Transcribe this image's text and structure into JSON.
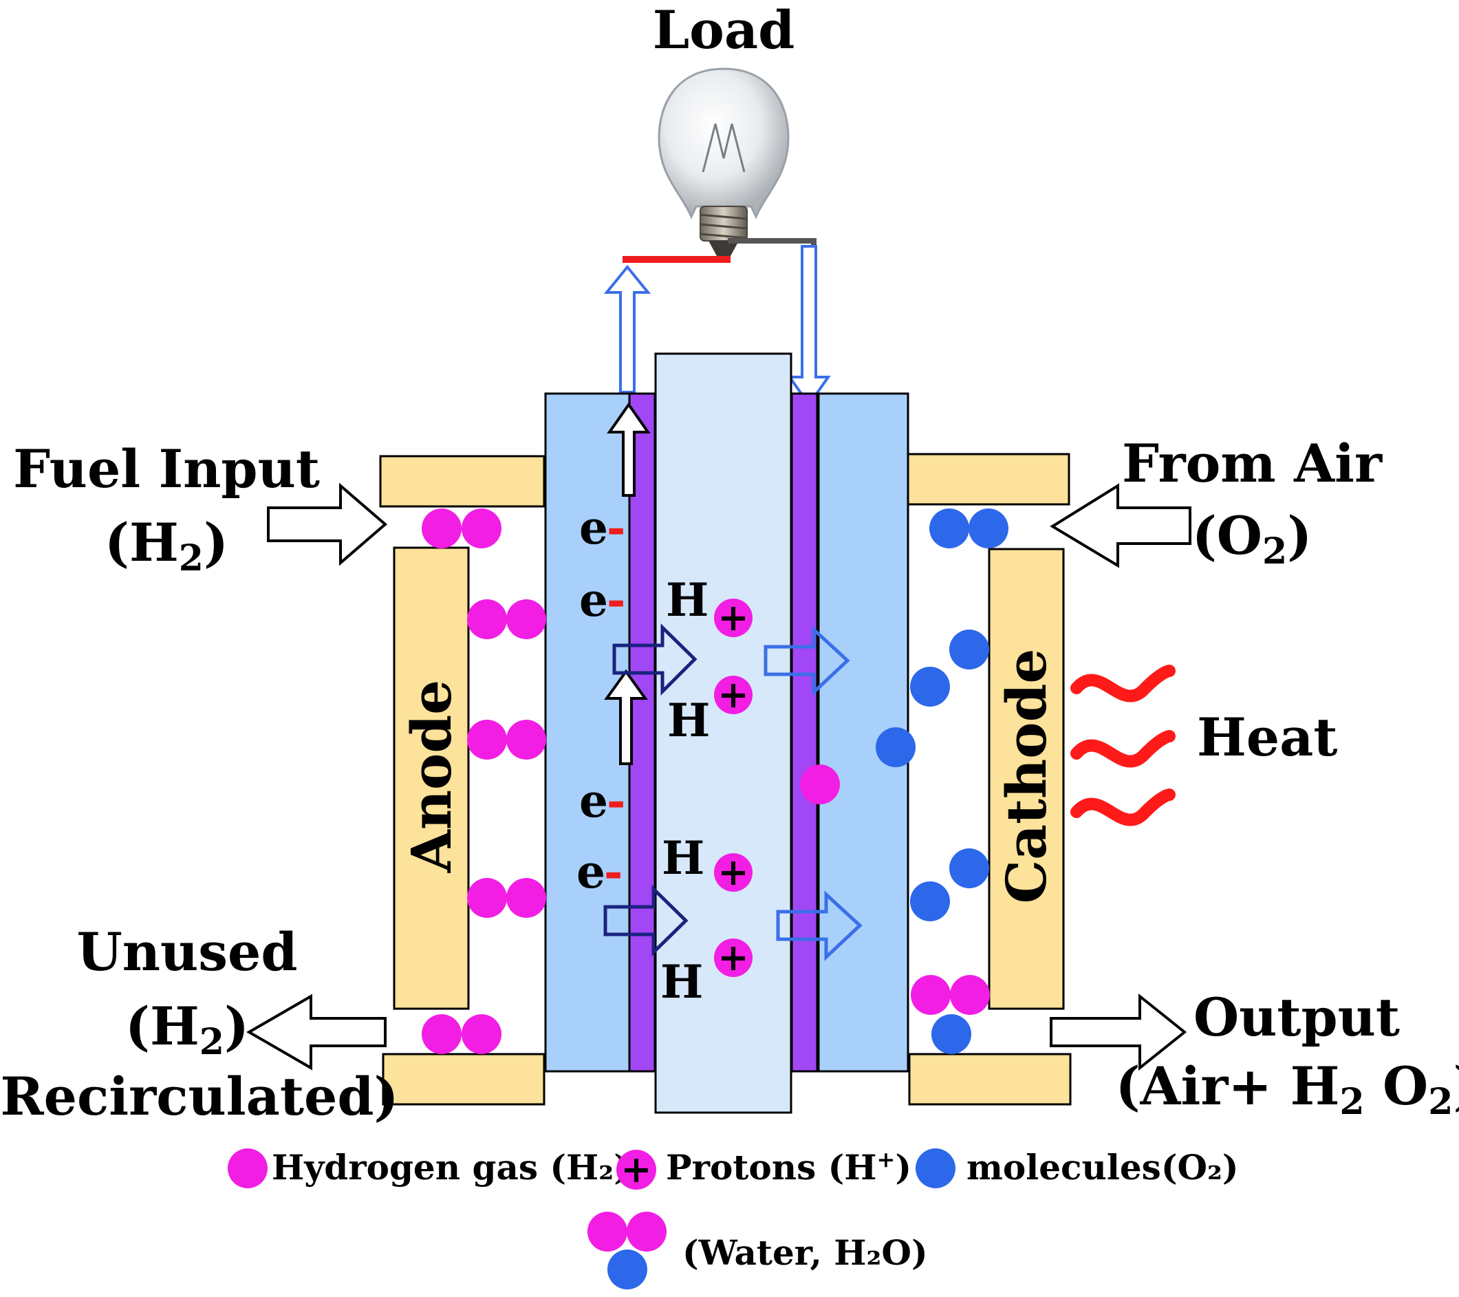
{
  "colors": {
    "support_yellow": "#fce29a",
    "electrode_blue": "#a9d0fb",
    "membrane_light": "#d7e8fb",
    "catalyst_purple": "#a147f5",
    "hydrogen_magenta": "#f21ee4",
    "oxygen_blue": "#2d68ea",
    "arrow_blue": "#3b6fe8",
    "wire_red": "#ee1c1c",
    "wire_grey": "#555555",
    "heat_red": "#ff1a1a"
  },
  "labels": {
    "load": "Load",
    "fuel_input": "Fuel Input",
    "fuel_input_h2_open": "(H",
    "fuel_input_h2_sub": "2",
    "fuel_input_h2_close": ")",
    "from_air": "From Air",
    "from_air_o2_open": "(O",
    "from_air_o2_sub": "2",
    "from_air_o2_close": ")",
    "unused": "Unused",
    "unused_h2_open": "(H",
    "unused_h2_sub": "2",
    "unused_h2_close": ")",
    "recirculated": "(Recirculated)",
    "output": "Output",
    "output_line_1": "(Air+ H",
    "output_sub_1": "2",
    "output_line_2": " O",
    "output_sub_2": "2",
    "output_close": ")",
    "anode": "Anode",
    "cathode": "Cathode",
    "heat": "Heat",
    "electron": "e",
    "electron_sign": "-",
    "hydrogen_ion": "H",
    "plus": "+"
  },
  "legend": {
    "hydrogen_gas": "Hydrogen gas (H₂)",
    "protons_open": "Protons (H",
    "protons_sup": "+",
    "protons_close": ")",
    "oxygen_molecules": "molecules(O₂)",
    "water": "(Water, H₂O)"
  }
}
